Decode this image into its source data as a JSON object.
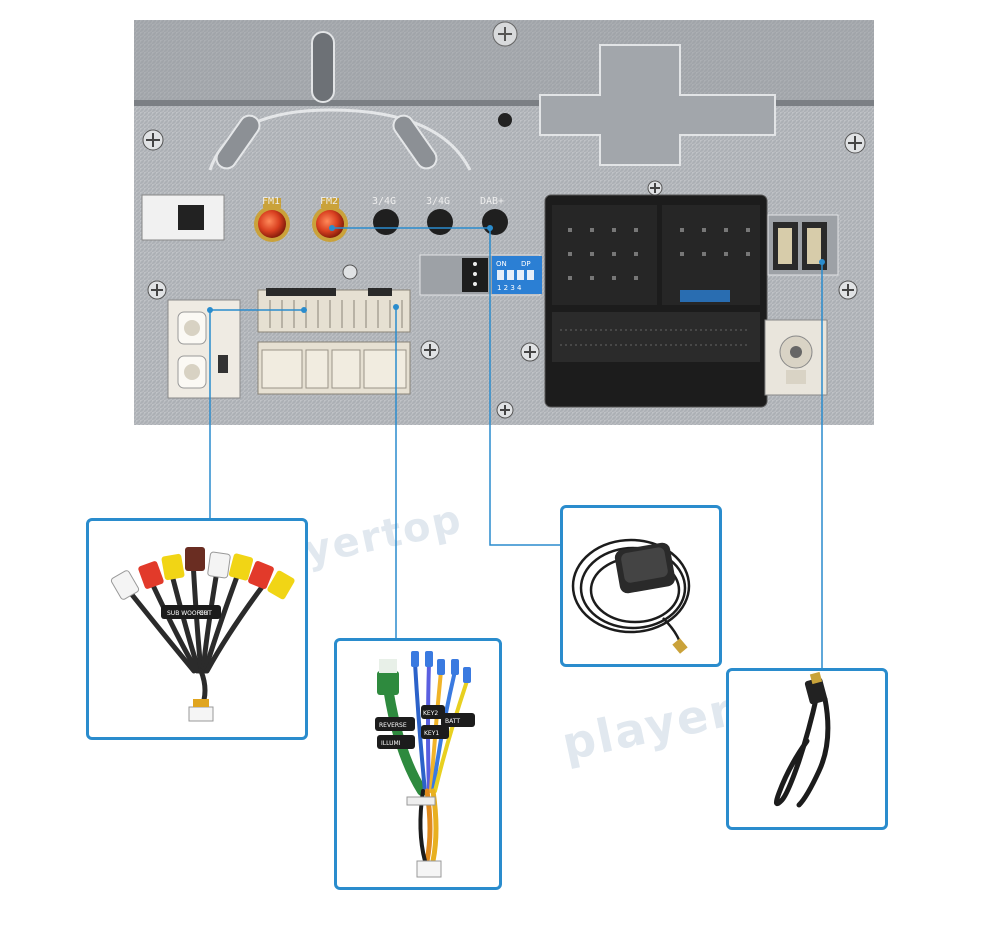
{
  "watermark": "playertop",
  "panel": {
    "antenna_labels": [
      "FM1",
      "FM2",
      "3/4G",
      "3/4G",
      "DAB+"
    ],
    "dip_switch": {
      "left": "ON",
      "right": "DP",
      "numbers": "1 2 3 4"
    }
  },
  "harnesses": {
    "rca_tags": [
      "SUB WOOFER",
      "OUT"
    ],
    "control_tags": [
      "REVERSE",
      "ILLUMI",
      "KEY2",
      "KEY1",
      "BATT"
    ]
  },
  "colors": {
    "callout": "#2a8ccd",
    "panel": "#b9bcc0",
    "connector": "#e6e0d2",
    "antenna": "#d94020",
    "gold": "#caa23a"
  }
}
